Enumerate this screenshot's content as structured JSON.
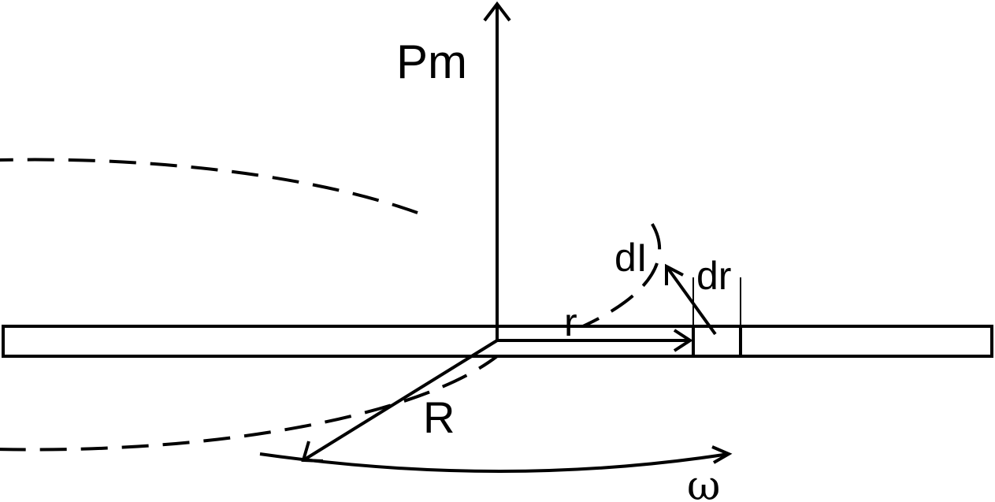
{
  "labels": {
    "pm": "Pm",
    "di": "dI",
    "dr": "dr",
    "r": "r",
    "big_r": "R",
    "omega": "ω"
  },
  "colors": {
    "stroke": "#000000",
    "background": "#ffffff"
  }
}
